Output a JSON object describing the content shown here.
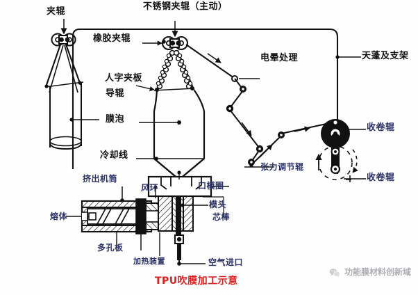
{
  "title": "TPU吹膜加工示意",
  "colors": {
    "line": "#111111",
    "label": "#111111",
    "blue_label": "#2b3166",
    "title_red": "#e02020",
    "background": "#fefefe",
    "watermark": "#4a4a55"
  },
  "labels": {
    "nip_roller": "夹辊",
    "stainless_nip_roller": "不锈钢夹辊（主动）",
    "rubber_nip_roller": "橡胶夹辊",
    "corona_treatment": "电晕处理",
    "canopy_and_frame": "天蓬及支架",
    "herringbone_plate": "人字夹板",
    "guide_roller": "导辊",
    "film_bubble": "膜泡",
    "frost_line": "冷却线",
    "extruder_barrel": "挤出机筒",
    "air_ring": "风环",
    "die_ring": "口模圈",
    "melt": "熔体",
    "die_head": "模头",
    "mandrel": "芯棒",
    "porous_plate": "多孔板",
    "heating_device": "加热装置",
    "air_inlet": "空气进口",
    "tension_roller": "张力调节辊",
    "winding_roller_top": "收卷辊",
    "winding_roller_bottom": "收卷辊"
  },
  "watermark": {
    "text": "功能膜材料创新域",
    "icon": "wechat-icon"
  }
}
